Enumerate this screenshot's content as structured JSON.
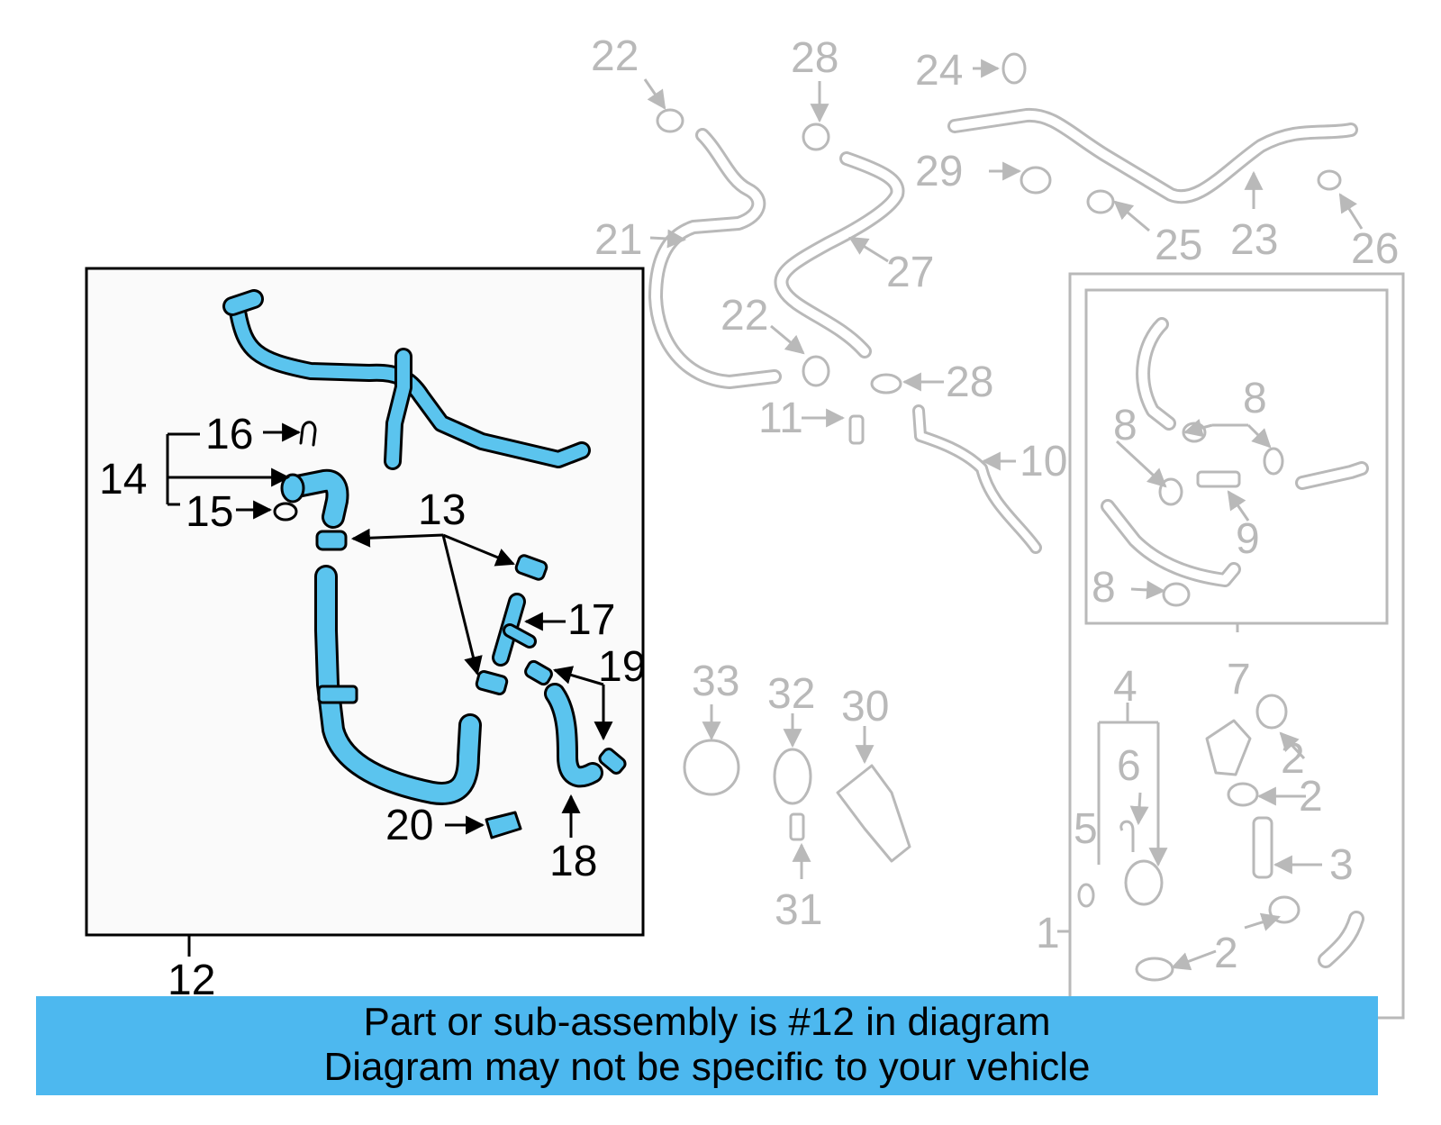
{
  "banner": {
    "line1": "Part or sub-assembly is #12 in diagram",
    "line2": "Diagram may not be specific to your vehicle"
  },
  "colors": {
    "highlight": "#5bc4ee",
    "banner": "#4db8ef",
    "dim": "#b9b9b9"
  },
  "highlighted_part": "12",
  "callouts_highlight": [
    "12",
    "13",
    "14",
    "15",
    "16",
    "17",
    "18",
    "19",
    "20"
  ],
  "callouts_dim": [
    "1",
    "2",
    "2",
    "2",
    "3",
    "4",
    "5",
    "6",
    "7",
    "8",
    "8",
    "8",
    "8",
    "9",
    "10",
    "11",
    "21",
    "22",
    "22",
    "23",
    "24",
    "25",
    "26",
    "27",
    "28",
    "28",
    "29",
    "30",
    "31",
    "32",
    "33"
  ]
}
